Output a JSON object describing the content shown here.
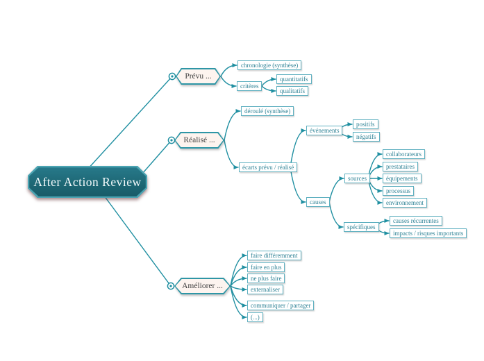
{
  "diagram": {
    "type": "mind-map",
    "title": "After Action Review"
  },
  "colors": {
    "background": "#ffffff",
    "line_teal": "#1f8fa1",
    "root_fill_dark_teal": "#1d6673",
    "root_border_teal": "#4ba4b2",
    "root_text": "#f5fbfc",
    "topic_fill_pink": "#fdf4ef",
    "topic_border_teal": "#2e96a6",
    "topic_text": "#414141",
    "item_border_teal": "#5fb0c0",
    "item_text_teal": "#2f8396"
  },
  "nodes": {
    "root": {
      "label": "After Action Review"
    },
    "prevu": {
      "label": "Prévu ..."
    },
    "chronologie": {
      "label": "chronologie (synthèse)"
    },
    "criteres": {
      "label": "critères"
    },
    "quantitatifs": {
      "label": "quantitatifs"
    },
    "qualitatifs": {
      "label": "qualitatifs"
    },
    "realise": {
      "label": "Réalisé ..."
    },
    "deroule": {
      "label": "déroulé (synthèse)"
    },
    "ecarts": {
      "label": "écarts prévu / réalisé"
    },
    "evenements": {
      "label": "événements"
    },
    "positifs": {
      "label": "positifs"
    },
    "negatifs": {
      "label": "négatifs"
    },
    "causes": {
      "label": "causes"
    },
    "sources": {
      "label": "sources"
    },
    "collaborateurs": {
      "label": "collaborateurs"
    },
    "prestataires": {
      "label": "prestataires"
    },
    "equipements": {
      "label": "équipements"
    },
    "processus": {
      "label": "processus"
    },
    "environnement": {
      "label": "environnement"
    },
    "specifiques": {
      "label": "spécifiques"
    },
    "causes_recurrentes": {
      "label": "causes récurrentes"
    },
    "impacts": {
      "label": "impacts / risques importants"
    },
    "ameliorer": {
      "label": "Améliorer ..."
    },
    "faire_differemment": {
      "label": "faire différemment"
    },
    "faire_en_plus": {
      "label": "faire en plus"
    },
    "ne_plus_faire": {
      "label": "ne plus faire"
    },
    "externaliser": {
      "label": "externaliser"
    },
    "communiquer": {
      "label": "communiquer / partager"
    },
    "autres": {
      "label": "(...)"
    }
  },
  "hierarchy": {
    "root": [
      "prevu",
      "realise",
      "ameliorer"
    ],
    "prevu": [
      "chronologie",
      "criteres"
    ],
    "criteres": [
      "quantitatifs",
      "qualitatifs"
    ],
    "realise": [
      "deroule",
      "ecarts"
    ],
    "ecarts": [
      "evenements",
      "causes"
    ],
    "evenements": [
      "positifs",
      "negatifs"
    ],
    "causes": [
      "sources",
      "specifiques"
    ],
    "sources": [
      "collaborateurs",
      "prestataires",
      "equipements",
      "processus",
      "environnement"
    ],
    "specifiques": [
      "causes_recurrentes",
      "impacts"
    ],
    "ameliorer": [
      "faire_differemment",
      "faire_en_plus",
      "ne_plus_faire",
      "externaliser",
      "communiquer",
      "autres"
    ]
  }
}
